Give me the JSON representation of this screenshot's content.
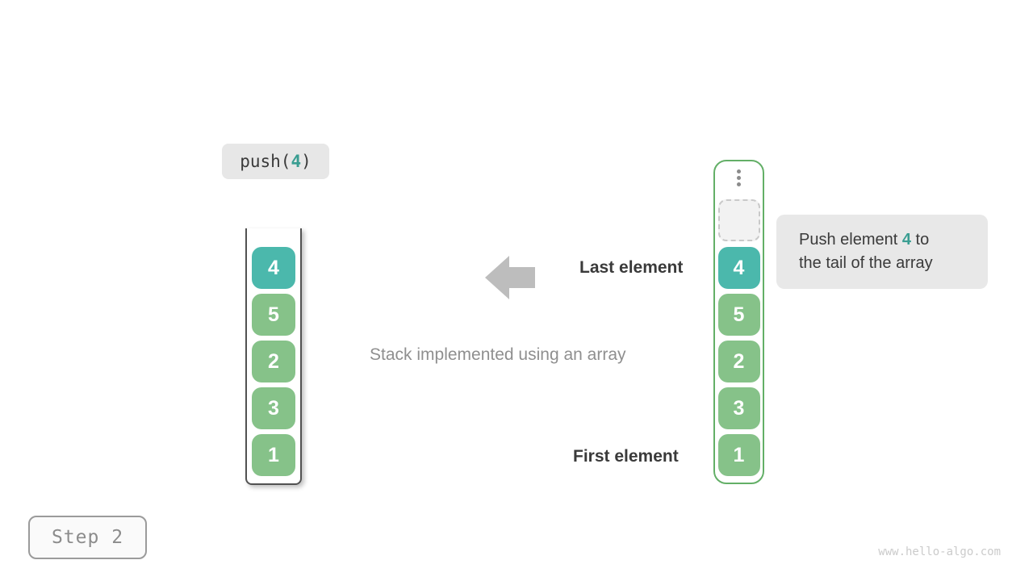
{
  "colors": {
    "teal-cell": "#4BB8AC",
    "green-cell": "#86C289",
    "accent-text": "#3A9E92",
    "array-border": "#63AF67",
    "stack-border": "#525252",
    "arrow-gray": "#BDBDBD",
    "label-bg": "#E7E7E7",
    "tooltip-bg": "#E8E8E8",
    "dashed-bg": "#F2F2F2",
    "dashed-border": "#C9C9C9",
    "dots-gray": "#8B8B8B",
    "text-dark": "#3A3A3A",
    "text-gray": "#8F8F8F",
    "step-border": "#9B9B9B",
    "step-bg": "#FAFAFA",
    "step-text": "#8C8C8C",
    "watermark-gray": "#CBCBCB"
  },
  "operation": {
    "prefix": "push(",
    "value": "4",
    "suffix": ")"
  },
  "stack_box": {
    "cells": [
      "4",
      "5",
      "2",
      "3",
      "1"
    ]
  },
  "array_box": {
    "cells": [
      "4",
      "5",
      "2",
      "3",
      "1"
    ]
  },
  "labels": {
    "last_element": "Last element",
    "caption": "Stack implemented using an array",
    "first_element": "First element"
  },
  "tooltip": {
    "line1_prefix": "Push element ",
    "value": "4",
    "line1_suffix": " to",
    "line2": "the tail of the array"
  },
  "footer": {
    "step_label": "Step 2",
    "watermark": "www.hello-algo.com"
  }
}
